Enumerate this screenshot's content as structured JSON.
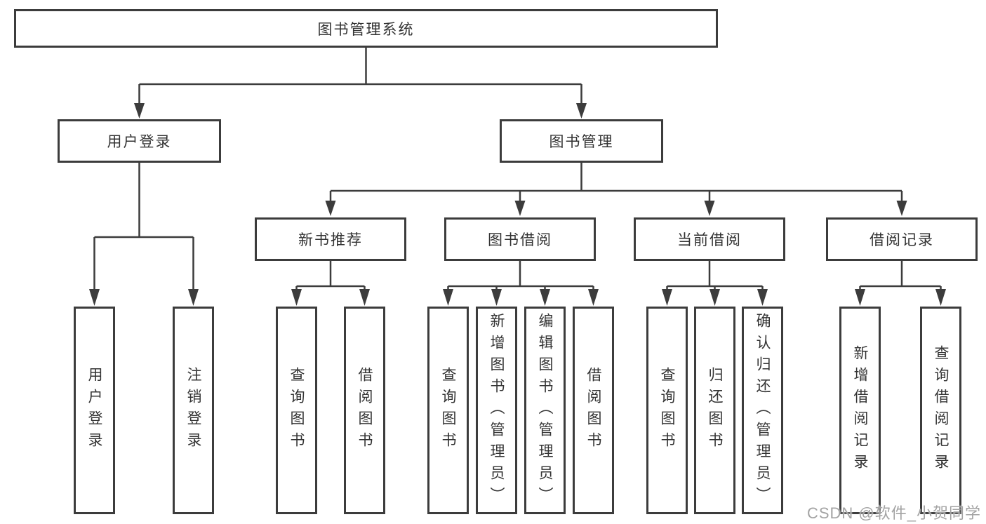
{
  "diagram": {
    "title": "图书管理系统",
    "root": {
      "label": "图书管理系统"
    },
    "level2": [
      {
        "label": "用户登录"
      },
      {
        "label": "图书管理"
      }
    ],
    "level3": [
      {
        "label": "新书推荐",
        "parent": "图书管理"
      },
      {
        "label": "图书借阅",
        "parent": "图书管理"
      },
      {
        "label": "当前借阅",
        "parent": "图书管理"
      },
      {
        "label": "借阅记录",
        "parent": "图书管理"
      }
    ],
    "leaves": [
      {
        "label": "用户登录",
        "parent": "用户登录"
      },
      {
        "label": "注销登录",
        "parent": "用户登录"
      },
      {
        "label": "查询图书",
        "parent": "新书推荐"
      },
      {
        "label": "借阅图书",
        "parent": "新书推荐"
      },
      {
        "label": "查询图书",
        "parent": "图书借阅"
      },
      {
        "label": "新增图书（管理员）",
        "parent": "图书借阅"
      },
      {
        "label": "编辑图书（管理员）",
        "parent": "图书借阅"
      },
      {
        "label": "借阅图书",
        "parent": "图书借阅"
      },
      {
        "label": "查询图书",
        "parent": "当前借阅"
      },
      {
        "label": "归还图书",
        "parent": "当前借阅"
      },
      {
        "label": "确认归还（管理员）",
        "parent": "当前借阅"
      },
      {
        "label": "新增借阅记录",
        "parent": "借阅记录"
      },
      {
        "label": "查询借阅记录",
        "parent": "借阅记录"
      }
    ],
    "colors": {
      "line": "#3c3c3c",
      "box_border": "#3c3c3c",
      "text": "#333333",
      "background": "#ffffff",
      "watermark": "#a3a3a3"
    }
  },
  "watermark": {
    "text": "CSDN @软件_小贺同学"
  }
}
